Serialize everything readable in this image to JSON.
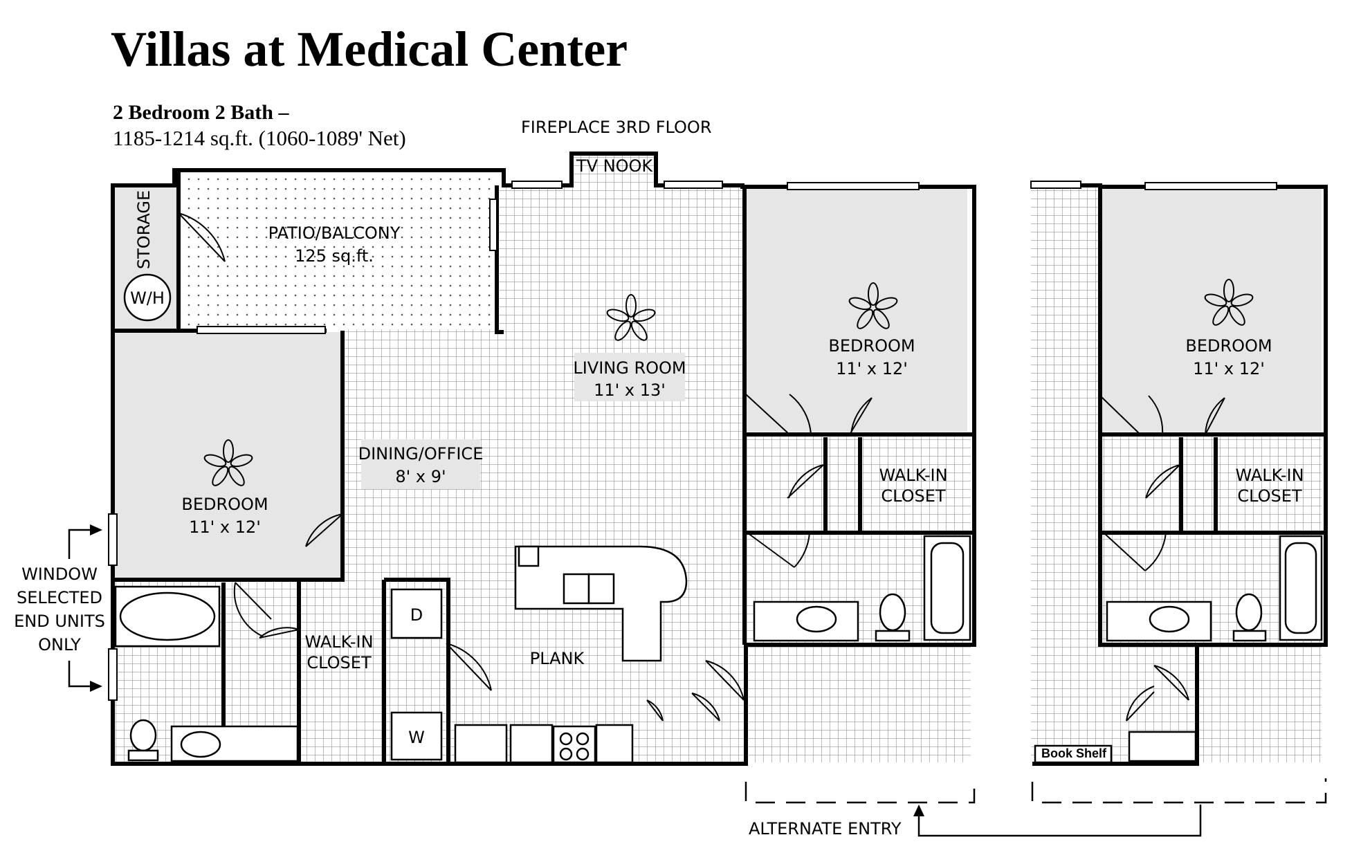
{
  "header": {
    "title": "Villas at Medical Center",
    "unit_type": "2 Bedroom 2 Bath –",
    "size": "1185-1214 sq.ft. (1060-1089' Net)"
  },
  "rooms": {
    "fireplace_note": "FIREPLACE 3RD FLOOR",
    "tv_nook": "TV NOOK",
    "storage": "STORAGE",
    "water_heater": "W/H",
    "patio_name": "PATIO/BALCONY",
    "patio_size": "125 sq.ft.",
    "living_name": "LIVING ROOM",
    "living_size": "11' x 13'",
    "dining_name": "DINING/OFFICE",
    "dining_size": "8' x 9'",
    "bedroom_name": "BEDROOM",
    "bedroom_size": "11' x 12'",
    "walkin_line1": "WALK-IN",
    "walkin_line2": "CLOSET",
    "dryer": "D",
    "washer": "W",
    "plank": "PLANK",
    "book_shelf": "Book Shelf",
    "alternate_entry": "ALTERNATE ENTRY"
  },
  "window_note": [
    "WINDOW",
    "SELECTED",
    "END UNITS",
    "ONLY"
  ],
  "colors": {
    "carpet": "#e6e6e6",
    "wall": "#000000",
    "tile_grid": "#777777"
  }
}
